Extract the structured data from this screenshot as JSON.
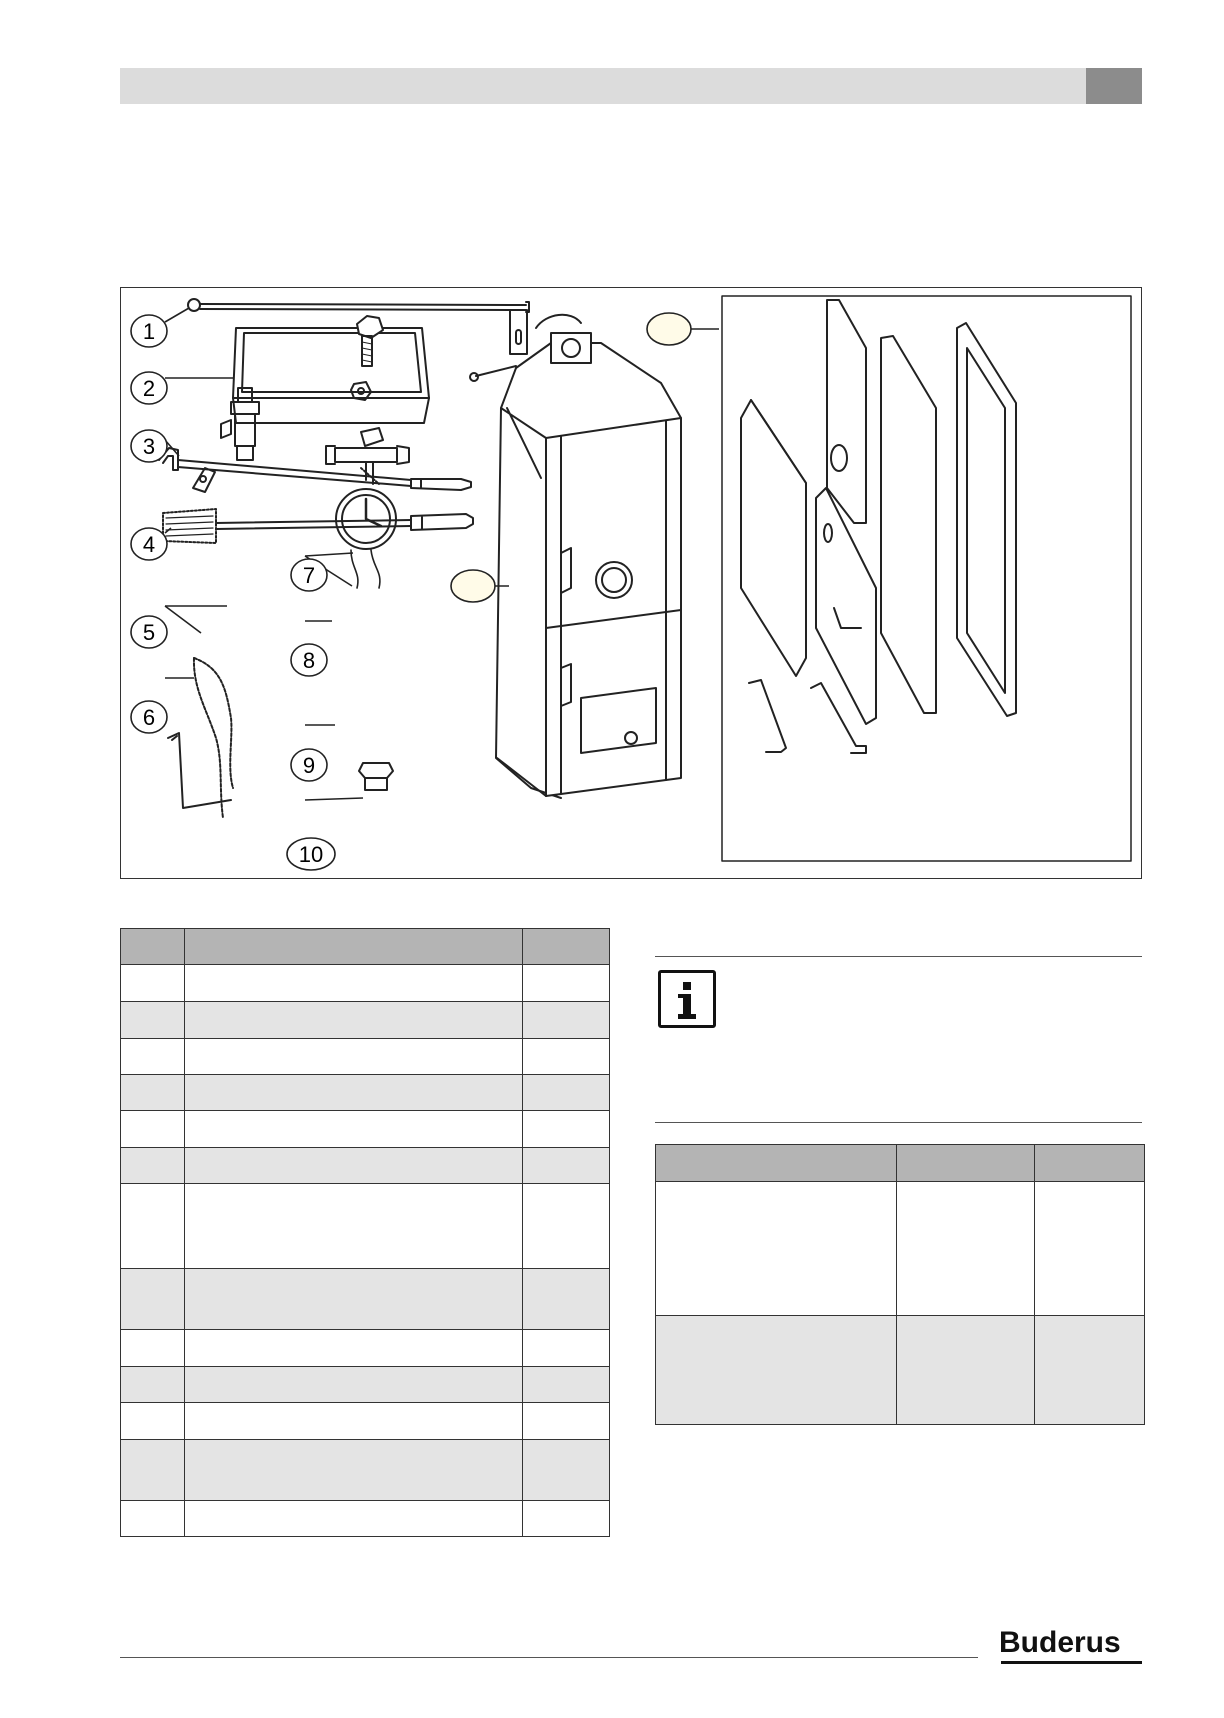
{
  "figure": {
    "callouts": [
      "1",
      "2",
      "3",
      "4",
      "5",
      "6",
      "7",
      "8",
      "9",
      "10",
      "",
      ""
    ]
  },
  "parts_table": {
    "headers": [
      "",
      "",
      ""
    ],
    "rows": [
      [
        "",
        "",
        ""
      ],
      [
        "",
        "",
        ""
      ],
      [
        "",
        "",
        ""
      ],
      [
        "",
        "",
        ""
      ],
      [
        "",
        "",
        ""
      ],
      [
        "",
        "",
        ""
      ],
      [
        "",
        "",
        ""
      ],
      [
        "",
        "",
        ""
      ],
      [
        "",
        "",
        ""
      ],
      [
        "",
        "",
        ""
      ],
      [
        "",
        "",
        ""
      ],
      [
        "",
        "",
        ""
      ],
      [
        "",
        "",
        ""
      ]
    ]
  },
  "note": {
    "text": ""
  },
  "data_table": {
    "headers": [
      "",
      "",
      ""
    ],
    "rows": [
      [
        "",
        "",
        ""
      ],
      [
        "",
        "",
        ""
      ]
    ]
  },
  "footer": {
    "brand": "Buderus"
  }
}
